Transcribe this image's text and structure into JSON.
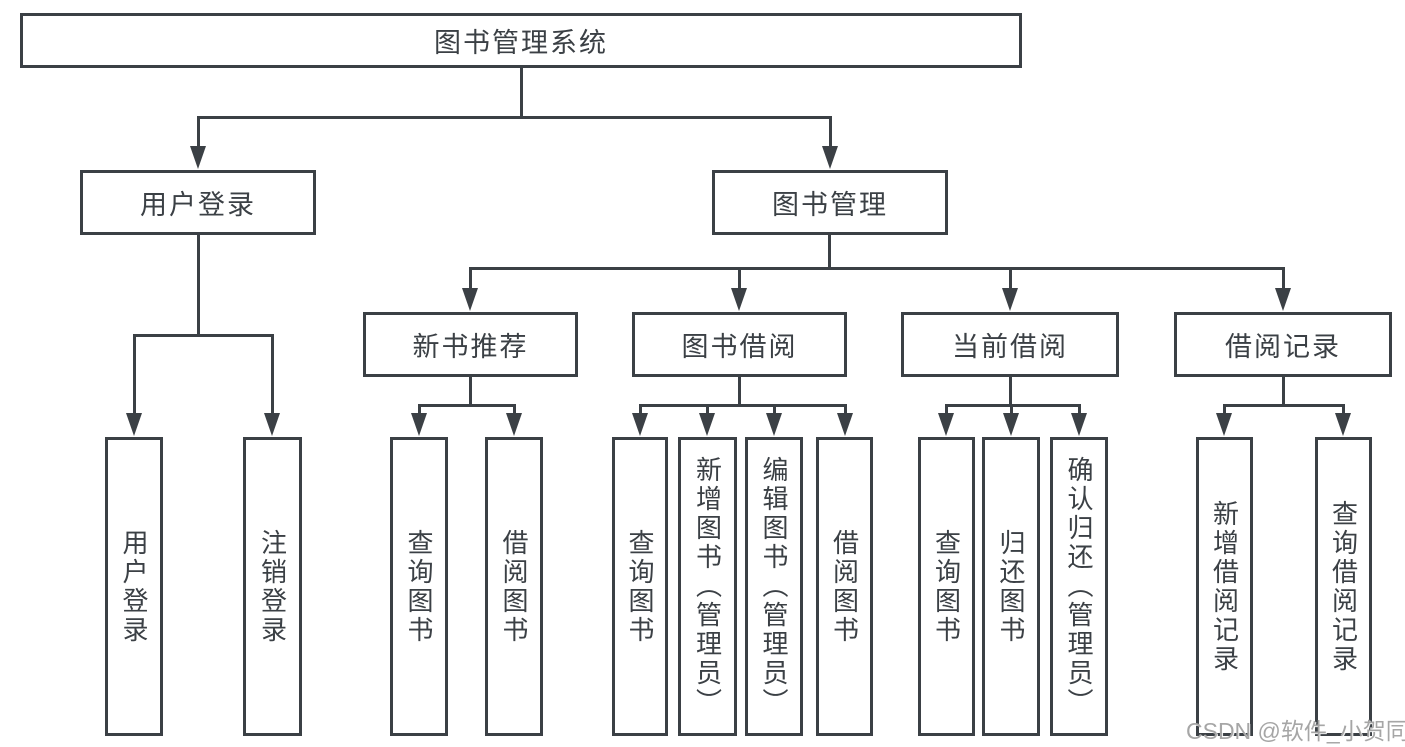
{
  "diagram": {
    "root": "图书管理系统",
    "level2": {
      "user_login": "用户登录",
      "book_mgmt": "图书管理"
    },
    "level3": {
      "new_books": "新书推荐",
      "book_borrow": "图书借阅",
      "current_borrow": "当前借阅",
      "borrow_records": "借阅记录"
    },
    "leaves": {
      "user_login": [
        "用户登录",
        "注销登录"
      ],
      "new_books": [
        "查询图书",
        "借阅图书"
      ],
      "book_borrow": [
        "查询图书",
        "新增图书（管理员）",
        "编辑图书（管理员）",
        "借阅图书"
      ],
      "current_borrow": [
        "查询图书",
        "归还图书",
        "确认归还（管理员）"
      ],
      "borrow_records": [
        "新增借阅记录",
        "查询借阅记录"
      ]
    },
    "watermark": "CSDN @软件_小贺同学",
    "colors": {
      "line": "#3b4045",
      "text": "#3b4045",
      "box_background": "#ffffff",
      "page_background": "#ffffff",
      "watermark": "#a6a6a6"
    }
  }
}
